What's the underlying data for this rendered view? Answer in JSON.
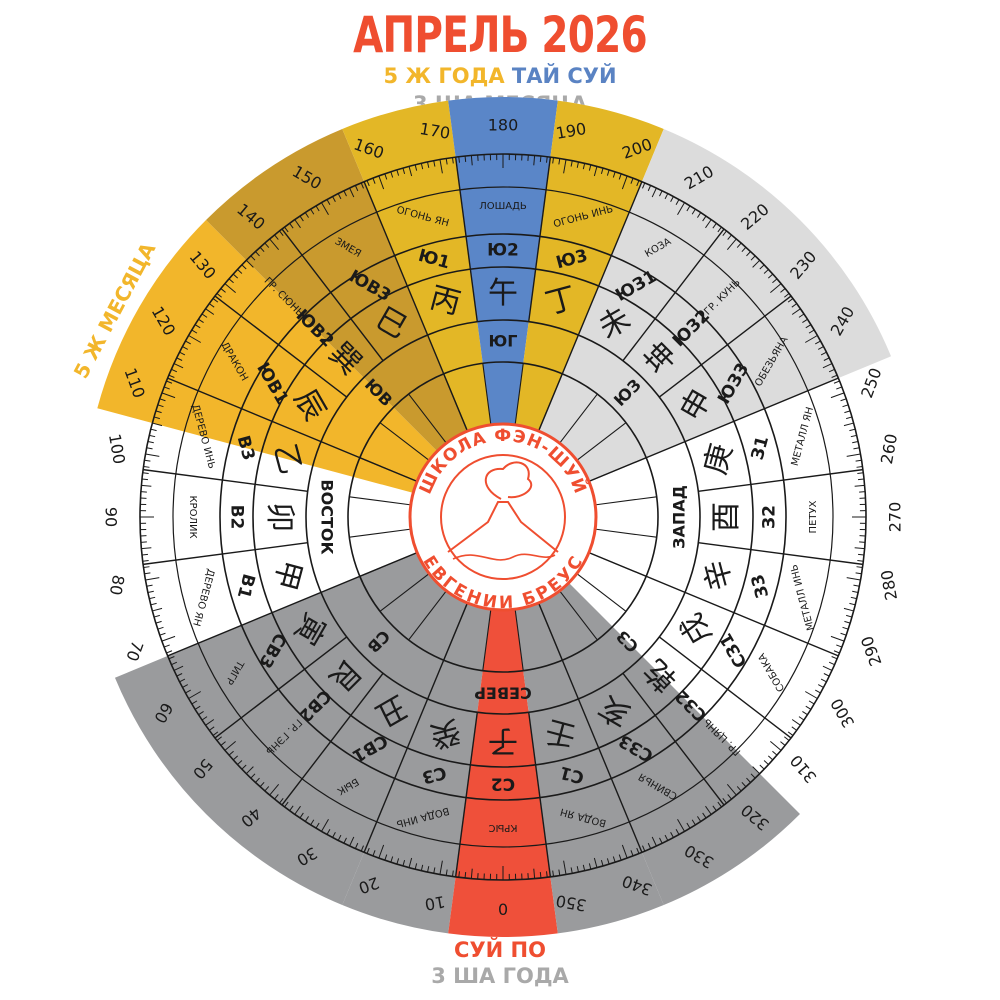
{
  "header": {
    "title": "АПРЕЛЬ 2026",
    "year_star": "5 Ж ГОДА",
    "tai_sui": "ТАЙ СУЙ",
    "month_sha": "3 ША МЕСЯЦА"
  },
  "footer": {
    "sui_po": "СУЙ ПО",
    "year_sha": "3 ША ГОДА"
  },
  "month_star_label": "5 Ж МЕСЯЦА",
  "logo": {
    "top_text": "ШКОЛА ФЭН-ШУЙ",
    "bottom_text": "ЕВГЕНИИ БРЕУС"
  },
  "colors": {
    "title": "#ef4e30",
    "year_star": "#f2b62b",
    "tai_sui": "#5a83c3",
    "month_sha": "#a9a9a9",
    "month_star": "#f2b62b",
    "month_star_dark": "#c79a30",
    "year_star_fill": "#e3b726",
    "tai_sui_fill": "#5a86c8",
    "sui_po_fill": "#ef503a",
    "month_sha_fill": "#dcdcdc",
    "year_sha_fill": "#9a9b9d",
    "logo": "#ef4e30"
  },
  "directions": [
    {
      "name": "ЮГ",
      "angle": 180
    },
    {
      "name": "ЮВ",
      "angle": 135
    },
    {
      "name": "ВОСТОК",
      "angle": 90
    },
    {
      "name": "СВ",
      "angle": 45
    },
    {
      "name": "СЕВЕР",
      "angle": 0
    },
    {
      "name": "СЗ",
      "angle": 315
    },
    {
      "name": "ЗАПАД",
      "angle": 270
    },
    {
      "name": "ЮЗ",
      "angle": 225
    }
  ],
  "mountains": [
    {
      "code": "С2",
      "hanzi": "子",
      "name": "КРЫС",
      "angle": 0
    },
    {
      "code": "С3",
      "hanzi": "癸",
      "name": "ВОДА ИНЬ",
      "angle": 15
    },
    {
      "code": "СВ1",
      "hanzi": "丑",
      "name": "БЫК",
      "angle": 30
    },
    {
      "code": "СВ2",
      "hanzi": "艮",
      "name": "ГР. ГЭНЬ",
      "angle": 45
    },
    {
      "code": "СВ3",
      "hanzi": "寅",
      "name": "ТИГР",
      "angle": 60
    },
    {
      "code": "В1",
      "hanzi": "甲",
      "name": "ДЕРЕВО ЯН",
      "angle": 75
    },
    {
      "code": "В2",
      "hanzi": "卯",
      "name": "КРОЛИК",
      "angle": 90
    },
    {
      "code": "В3",
      "hanzi": "乙",
      "name": "ДЕРЕВО ИНЬ",
      "angle": 105
    },
    {
      "code": "ЮВ1",
      "hanzi": "辰",
      "name": "ДРАКОН",
      "angle": 120
    },
    {
      "code": "ЮВ2",
      "hanzi": "巽",
      "name": "ГР. СЮНЬ",
      "angle": 135
    },
    {
      "code": "ЮВ3",
      "hanzi": "巳",
      "name": "ЗМЕЯ",
      "angle": 150
    },
    {
      "code": "Ю1",
      "hanzi": "丙",
      "name": "ОГОНЬ ЯН",
      "angle": 165
    },
    {
      "code": "Ю2",
      "hanzi": "午",
      "name": "ЛОШАДЬ",
      "angle": 180
    },
    {
      "code": "Ю3",
      "hanzi": "丁",
      "name": "ОГОНЬ ИНЬ",
      "angle": 195
    },
    {
      "code": "ЮЗ1",
      "hanzi": "未",
      "name": "КОЗА",
      "angle": 210
    },
    {
      "code": "ЮЗ2",
      "hanzi": "坤",
      "name": "ГР. КУНЬ",
      "angle": 225
    },
    {
      "code": "ЮЗ3",
      "hanzi": "申",
      "name": "ОБЕЗЬЯНА",
      "angle": 240
    },
    {
      "code": "З1",
      "hanzi": "庚",
      "name": "МЕТАЛЛ ЯН",
      "angle": 255
    },
    {
      "code": "З2",
      "hanzi": "酉",
      "name": "ПЕТУХ",
      "angle": 270
    },
    {
      "code": "З3",
      "hanzi": "辛",
      "name": "МЕТАЛЛ ИНЬ",
      "angle": 285
    },
    {
      "code": "СЗ1",
      "hanzi": "戌",
      "name": "СОБАКА",
      "angle": 300
    },
    {
      "code": "СЗ2",
      "hanzi": "乾",
      "name": "ГР. ЦЯНЬ",
      "angle": 315
    },
    {
      "code": "СЗ3",
      "hanzi": "亥",
      "name": "СВИНЬЯ",
      "angle": 330
    },
    {
      "code": "С1",
      "hanzi": "壬",
      "name": "ВОДА ЯН",
      "angle": 345
    }
  ],
  "degree_labels": [
    "0",
    "10",
    "20",
    "30",
    "40",
    "50",
    "60",
    "70",
    "80",
    "90",
    "100",
    "110",
    "120",
    "130",
    "140",
    "150",
    "160",
    "170",
    "180",
    "190",
    "200",
    "210",
    "220",
    "230",
    "240",
    "250",
    "260",
    "270",
    "280",
    "290",
    "300",
    "310",
    "320",
    "330",
    "340",
    "350"
  ],
  "sectors": [
    {
      "key": "month_star",
      "from": 105,
      "to": 135,
      "fill": "#f2b62b"
    },
    {
      "key": "month_star_dark",
      "from": 135,
      "to": 157.5,
      "fill": "#c99a2e"
    },
    {
      "key": "year_star",
      "from": 157.5,
      "to": 172.5,
      "fill": "#e3b726"
    },
    {
      "key": "tai_sui",
      "from": 172.5,
      "to": 187.5,
      "fill": "#5a86c8"
    },
    {
      "key": "year_star",
      "from": 187.5,
      "to": 202.5,
      "fill": "#e3b726"
    },
    {
      "key": "month_sha",
      "from": 202.5,
      "to": 247.5,
      "fill": "#dcdcdc"
    },
    {
      "key": "year_sha",
      "from": 22.5,
      "to": 67.5,
      "fill": "#9a9b9d"
    },
    {
      "key": "year_sha",
      "from": 7.5,
      "to": 22.5,
      "fill": "#9a9b9d"
    },
    {
      "key": "sui_po",
      "from": -7.5,
      "to": 7.5,
      "fill": "#ef503a"
    },
    {
      "key": "year_sha",
      "from": -22.5,
      "to": -7.5,
      "fill": "#9a9b9d"
    },
    {
      "key": "year_sha",
      "from": -45,
      "to": -22.5,
      "fill": "#9a9b9d"
    }
  ]
}
